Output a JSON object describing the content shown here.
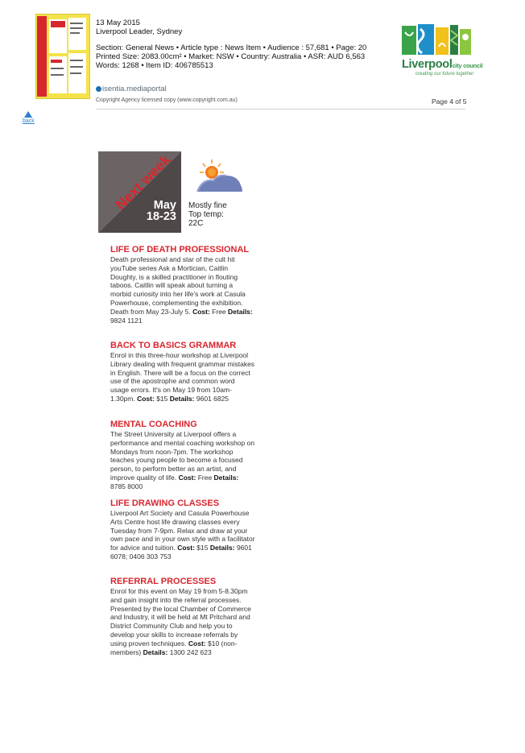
{
  "header": {
    "date": "13 May 2015",
    "publication": "Liverpool Leader, Sydney",
    "section_line": "Section: General News • Article type : News Item • Audience : 57,681 • Page: 20",
    "printed_line": "Printed Size: 2083.00cm² • Market: NSW • Country: Australia • ASR: AUD 6,563",
    "words_line": "Words: 1268 • Item ID: 406785513",
    "isentia": "isentia.mediaportal",
    "copyright": "Copyright Agency licensed copy (www.copyright.com.au)",
    "page": "Page 4 of 5"
  },
  "logo": {
    "name": "Liverpool",
    "sub": "city council",
    "tagline": "creating our future together"
  },
  "nav": {
    "back_label": "back"
  },
  "next_week": {
    "label": "Next week",
    "month": "May",
    "days": "18-23"
  },
  "weather": {
    "line1": "Mostly fine",
    "line2": "Top temp:",
    "line3": "22C"
  },
  "articles": [
    {
      "title": "LIFE OF DEATH PROFESSIONAL",
      "body": "Death professional and star of the cult hit youTube series Ask a Mortician, Caitlin Doughty, is a skilled practitioner in flouting taboos. Caitlin will speak about turning a morbid curiosity into her life's work at Casula Powerhouse, complementing the exhibition. Death from May 23-July 5.",
      "cost_label": "Cost:",
      "cost": "Free",
      "details_label": "Details:",
      "details": "9824 1121"
    },
    {
      "title": "BACK TO BASICS GRAMMAR",
      "body": "Enrol in this three-hour workshop at Liverpool Library dealing with frequent grammar mistakes in English. There will be a focus on the correct use of the apostrophe and common word usage errors. It's on May 19 from 10am-1.30pm.",
      "cost_label": "Cost:",
      "cost": "$15",
      "details_label": "Details:",
      "details": "9601 6825"
    },
    {
      "title": "MENTAL COACHING",
      "body": "The Street University at Liverpool offers a performance and mental coaching workshop on Mondays from noon-7pm. The workshop teaches young people to become a focused person, to perform better as an artist, and improve quality of life.",
      "cost_label": "Cost:",
      "cost": "Free",
      "details_label": "Details:",
      "details": "8785 8000"
    },
    {
      "title": "LIFE DRAWING CLASSES",
      "body": "Liverpool Art Society and Casula Powerhouse Arts Centre host life drawing classes every Tuesday from 7-9pm. Relax and draw at your own pace and in your own style with a facilitator for advice and tuition.",
      "cost_label": "Cost:",
      "cost": "$15",
      "details_label": "Details:",
      "details": "9601 6078; 0406 303 753"
    },
    {
      "title": "REFERRAL PROCESSES",
      "body": "Enrol for this event on May 19 from 5-8.30pm and gain insight into the referral processes. Presented by the local Chamber of Commerce and Industry, it will be held at Mt Pritchard and District Community Club and help you to develop your skills to increase referrals by using proven techniques.",
      "cost_label": "Cost:",
      "cost": "$10 (non-members)",
      "details_label": "Details:",
      "details": "1300 242 623"
    }
  ],
  "colors": {
    "accent": "#d8262e",
    "brand_green": "#2b7f44",
    "panel": "#585050",
    "link": "#2f7fd0"
  }
}
